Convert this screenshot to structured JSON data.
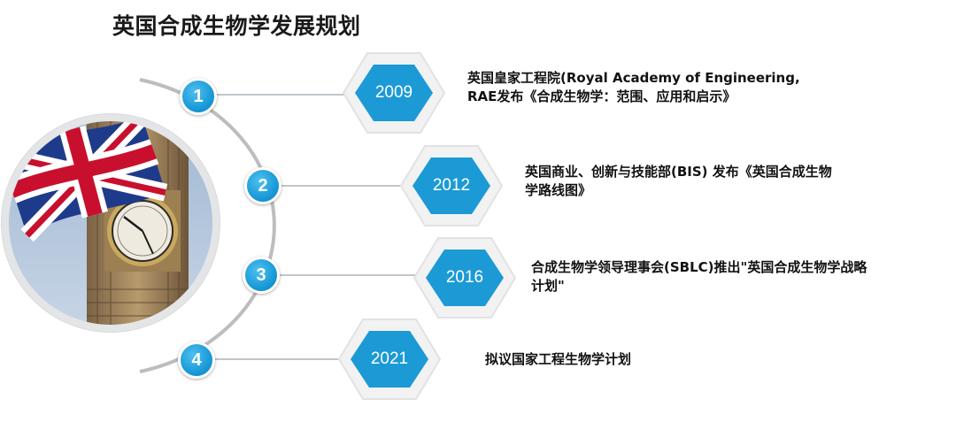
{
  "title": "英国合成生物学发展规划",
  "milestones": [
    {
      "number": "1",
      "year": "2009",
      "text": "英国皇家工程院(Royal Academy of Engineering,\nRAE发布《合成生物学：范围、应用和启示》"
    },
    {
      "number": "2",
      "year": "2012",
      "text": "英国商业、创新与技能部(BIS) 发布《英国合成生物\n学路线图》"
    },
    {
      "number": "3",
      "year": "2016",
      "text": "合成生物学领导理事会(SBLC)推出\"英国合成生物学战略\n计划\""
    },
    {
      "number": "4",
      "year": "2021",
      "text": "拟议国家工程生物学计划"
    }
  ],
  "colors": {
    "badge_blue": "#1a9ad8",
    "hex_blue": "#1c9ad6",
    "arc_gray": "#bdbdbd",
    "line_gray": "#9aa4ad"
  }
}
